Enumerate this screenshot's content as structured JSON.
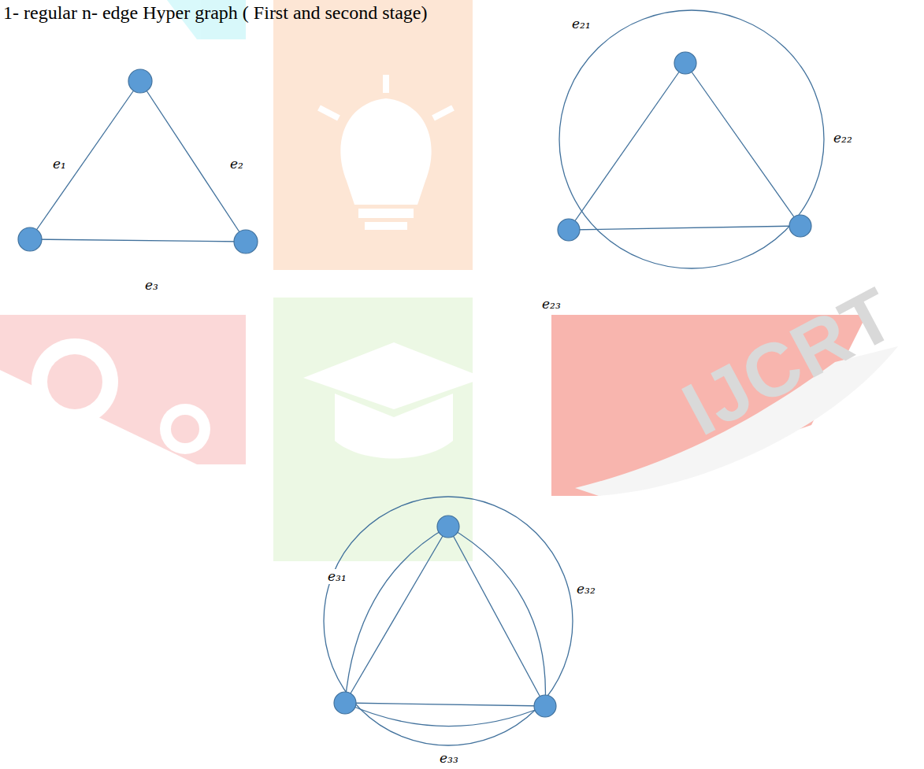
{
  "diagram": {
    "title": "1- regular n- edge Hyper graph ( First and second stage)",
    "labels": [
      "e₁",
      "e₂",
      "e₃",
      "e₂₁",
      "e₂₂",
      "e₂₃",
      "e₃₁",
      "e₃₂",
      "e₃₃",
      "IJCRT"
    ]
  }
}
